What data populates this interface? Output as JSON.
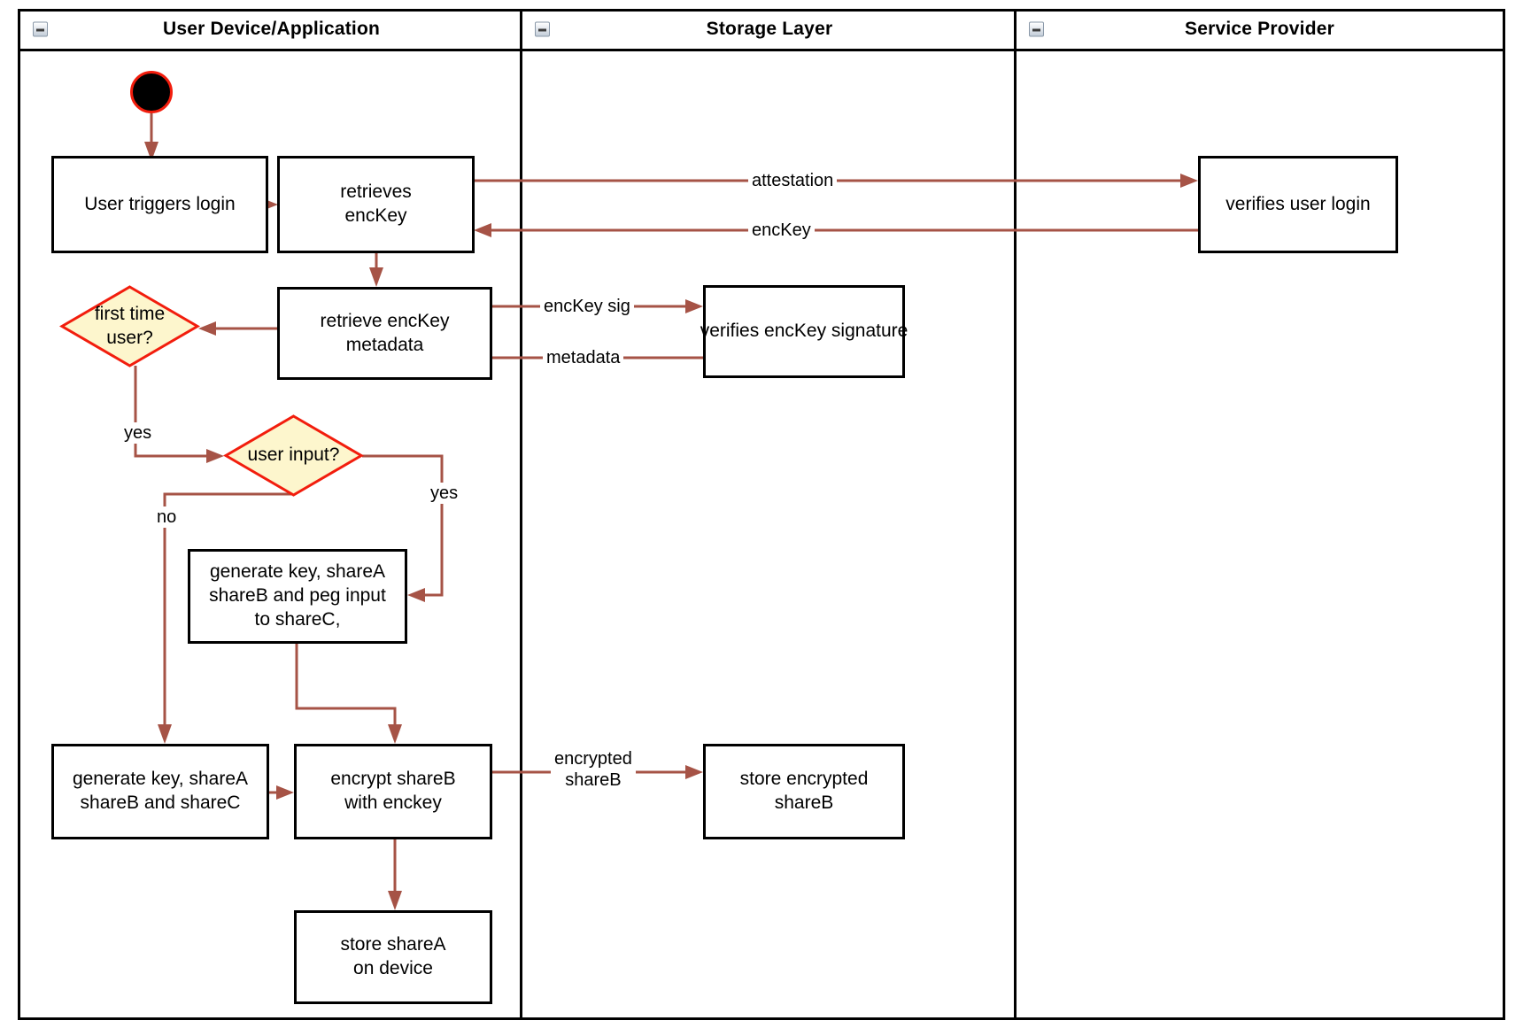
{
  "diagram": {
    "type": "activity-swimlane",
    "lanes": [
      {
        "id": "user-device",
        "title": "User Device/Application",
        "collapse_icon": "collapse-minus-icon"
      },
      {
        "id": "storage-layer",
        "title": "Storage Layer",
        "collapse_icon": "collapse-minus-icon"
      },
      {
        "id": "service-provider",
        "title": "Service Provider",
        "collapse_icon": "collapse-minus-icon"
      }
    ],
    "colors": {
      "edge": "#a65346",
      "decision_border": "#f21d0d",
      "decision_fill": "#fdf6cd",
      "node_border": "#000000",
      "start_fill": "#000000",
      "start_border": "#f21d0d"
    },
    "nodes": {
      "start": {
        "name": "start-node",
        "label": ""
      },
      "user_triggers_login": {
        "label": "User triggers login"
      },
      "retrieves_enckey": {
        "label": "retrieves\nencKey"
      },
      "verifies_user_login": {
        "label": "verifies user login"
      },
      "retrieve_enckey_metadata": {
        "label": "retrieve encKey\nmetadata"
      },
      "verifies_enckey_signature": {
        "label": "verifies encKey signature"
      },
      "first_time_user": {
        "label": "first time\nuser?"
      },
      "user_input": {
        "label": "user input?"
      },
      "generate_peg": {
        "label": "generate key, shareA\nshareB and peg input\nto shareC,"
      },
      "generate_shares": {
        "label": "generate key, shareA\nshareB and shareC"
      },
      "encrypt_shareb": {
        "label": "encrypt shareB\nwith enckey"
      },
      "store_encrypted_shareb": {
        "label": "store encrypted\nshareB"
      },
      "store_sharea": {
        "label": "store shareA\non device"
      }
    },
    "edge_labels": {
      "attestation": "attestation",
      "enckey": "encKey",
      "enckey_sig": "encKey sig",
      "metadata": "metadata",
      "yes_first_time": "yes",
      "yes_user_input": "yes",
      "no_user_input": "no",
      "encrypted_shareb": "encrypted\nshareB"
    }
  }
}
